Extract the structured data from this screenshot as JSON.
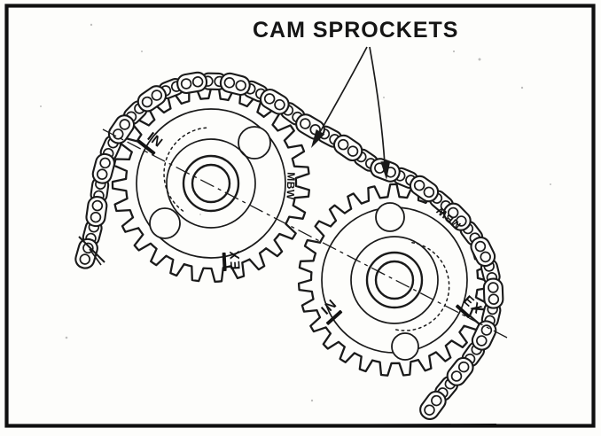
{
  "figure": {
    "title": "CAM SPROCKETS",
    "marks": {
      "left_intake": "IN",
      "left_exhaust": "EX",
      "left_code": "MBW",
      "right_intake": "IN",
      "right_exhaust": "EX",
      "right_code": "MBW"
    }
  },
  "colors": {
    "ink": "#1a1a1a",
    "paper": "#fdfdfb"
  }
}
